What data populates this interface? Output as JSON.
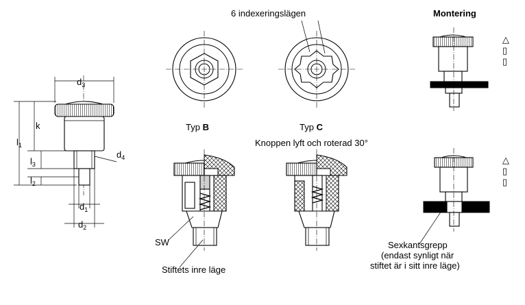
{
  "labels": {
    "d3": {
      "main": "d",
      "sub": "3"
    },
    "d4": {
      "main": "d",
      "sub": "4"
    },
    "d1": {
      "main": "d",
      "sub": "1"
    },
    "d2": {
      "main": "d",
      "sub": "2"
    },
    "l1": {
      "main": "l",
      "sub": "1"
    },
    "l2": {
      "main": "l",
      "sub": "2"
    },
    "l3": {
      "main": "l",
      "sub": "3"
    },
    "k": "k",
    "index_positions": "6 indexeringslägen",
    "type_b": {
      "prefix": "Typ ",
      "letter": "B"
    },
    "type_c": {
      "prefix": "Typ ",
      "letter": "C"
    },
    "knob_lifted": "Knoppen lyft och roterad 30°",
    "sw": "SW",
    "pin_inner_position": "Stiftets inre läge",
    "mounting": "Montering",
    "hex_grip": [
      "Sexkantsgrepp",
      "(endast synligt när",
      "stiftet är i sitt inre läge)"
    ],
    "side_marks": [
      "△",
      "▯",
      "▯"
    ]
  },
  "colors": {
    "line": "#000000",
    "hatch_fill": "#ffffff",
    "background": "#ffffff"
  }
}
